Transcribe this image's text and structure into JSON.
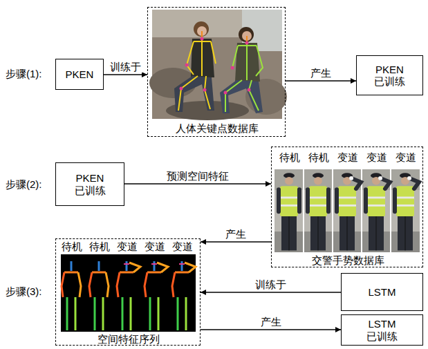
{
  "diagram": {
    "nodes": [
      {
        "text": [
          "PKEN"
        ]
      },
      {
        "text": [
          "人体关键点数据库"
        ]
      },
      {
        "text": [
          "PKEN 已训练"
        ]
      },
      {
        "text": [
          "PKEN 已训练"
        ]
      },
      {
        "text": [
          "待机",
          "待机",
          "变道",
          "变道",
          "变道",
          "交警手势数据库"
        ]
      },
      {
        "text": [
          "待机",
          "待机",
          "变道",
          "变道",
          "变道",
          "空间特征序列"
        ]
      },
      {
        "text": [
          "LSTM"
        ]
      },
      {
        "text": [
          "LSTM 已训练"
        ]
      }
    ],
    "edges": [
      {
        "from": 0,
        "to": 1,
        "label": "训练于",
        "arrow": "to"
      },
      {
        "from": 1,
        "to": 2,
        "label": "产生",
        "arrow": "to"
      },
      {
        "from": 3,
        "to": 4,
        "label": "预测空间特征",
        "arrow": "to"
      },
      {
        "from": 4,
        "to": 5,
        "label": "产生",
        "arrow": "to"
      },
      {
        "from": 6,
        "to": 5,
        "label": "训练于",
        "arrow": "to"
      },
      {
        "from": 5,
        "to": 7,
        "label": "产生",
        "arrow": "to"
      }
    ],
    "labels": [
      "步骤(1):",
      "步骤(2):",
      "步骤(3):"
    ]
  }
}
